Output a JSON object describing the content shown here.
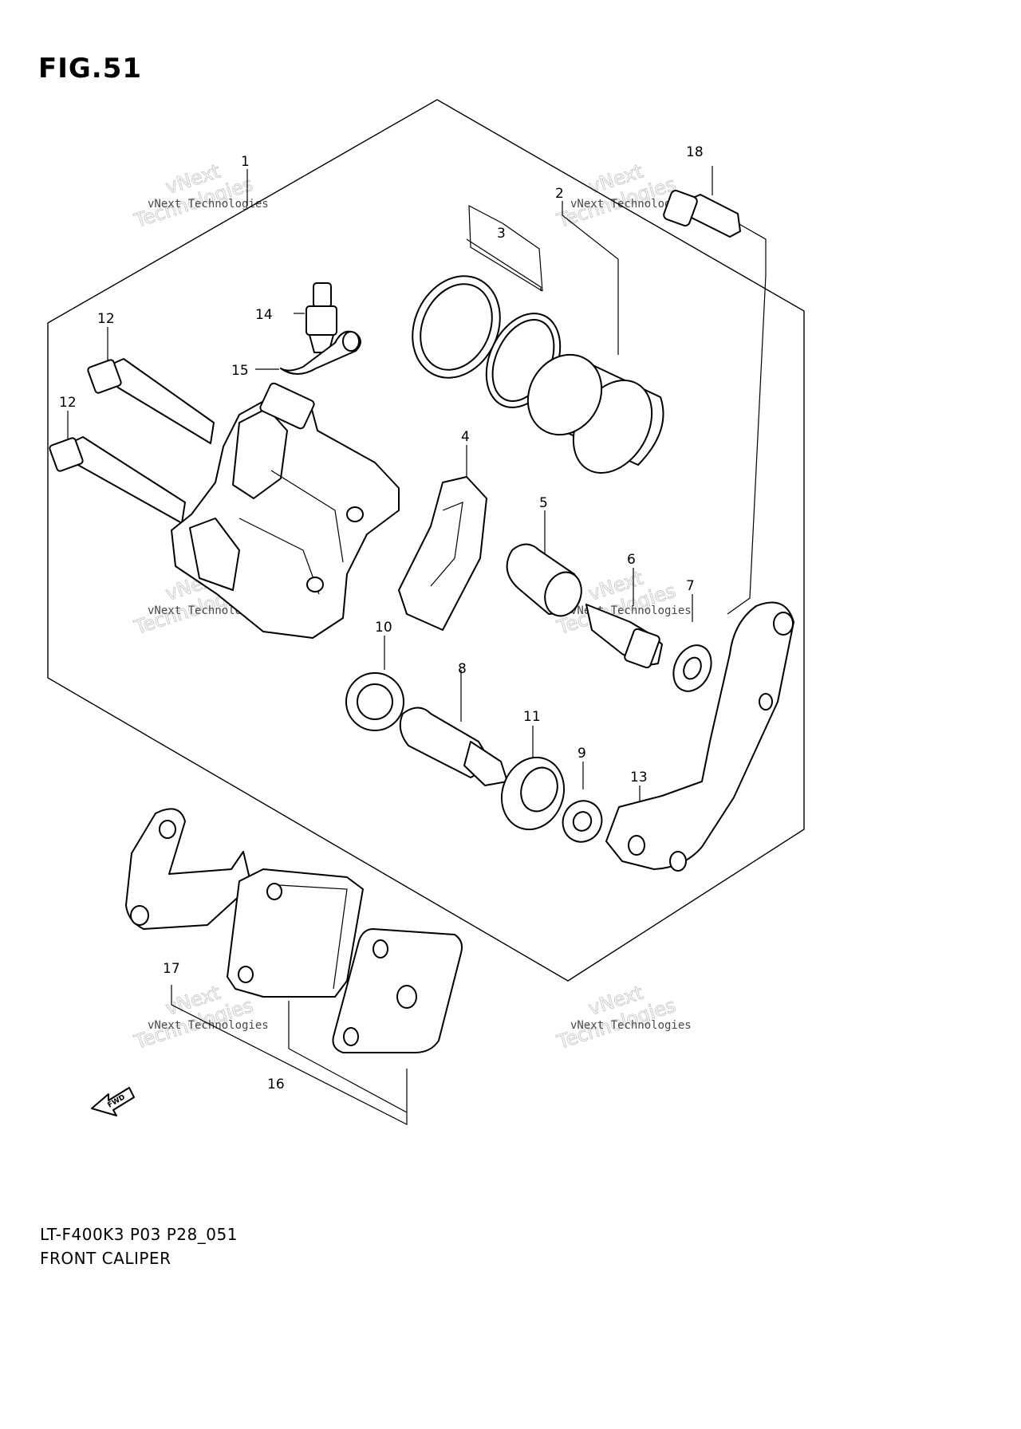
{
  "figure": {
    "title": "FIG.51",
    "model_code": "LT-F400K3 P03 P28_051",
    "caption": "FRONT CALIPER"
  },
  "callouts": [
    {
      "id": "c1",
      "label": "1"
    },
    {
      "id": "c2",
      "label": "2"
    },
    {
      "id": "c3",
      "label": "3"
    },
    {
      "id": "c4",
      "label": "4"
    },
    {
      "id": "c5",
      "label": "5"
    },
    {
      "id": "c6",
      "label": "6"
    },
    {
      "id": "c7",
      "label": "7"
    },
    {
      "id": "c8",
      "label": "8"
    },
    {
      "id": "c9",
      "label": "9"
    },
    {
      "id": "c10",
      "label": "10"
    },
    {
      "id": "c11",
      "label": "11"
    },
    {
      "id": "c12a",
      "label": "12"
    },
    {
      "id": "c12b",
      "label": "12"
    },
    {
      "id": "c13",
      "label": "13"
    },
    {
      "id": "c14",
      "label": "14"
    },
    {
      "id": "c15",
      "label": "15"
    },
    {
      "id": "c16",
      "label": "16"
    },
    {
      "id": "c17",
      "label": "17"
    },
    {
      "id": "c18",
      "label": "18"
    }
  ],
  "direction_marker": "FWD",
  "watermark": {
    "line1": "vNext Technologies",
    "line2": "vNext",
    "line3": "Technologies"
  }
}
